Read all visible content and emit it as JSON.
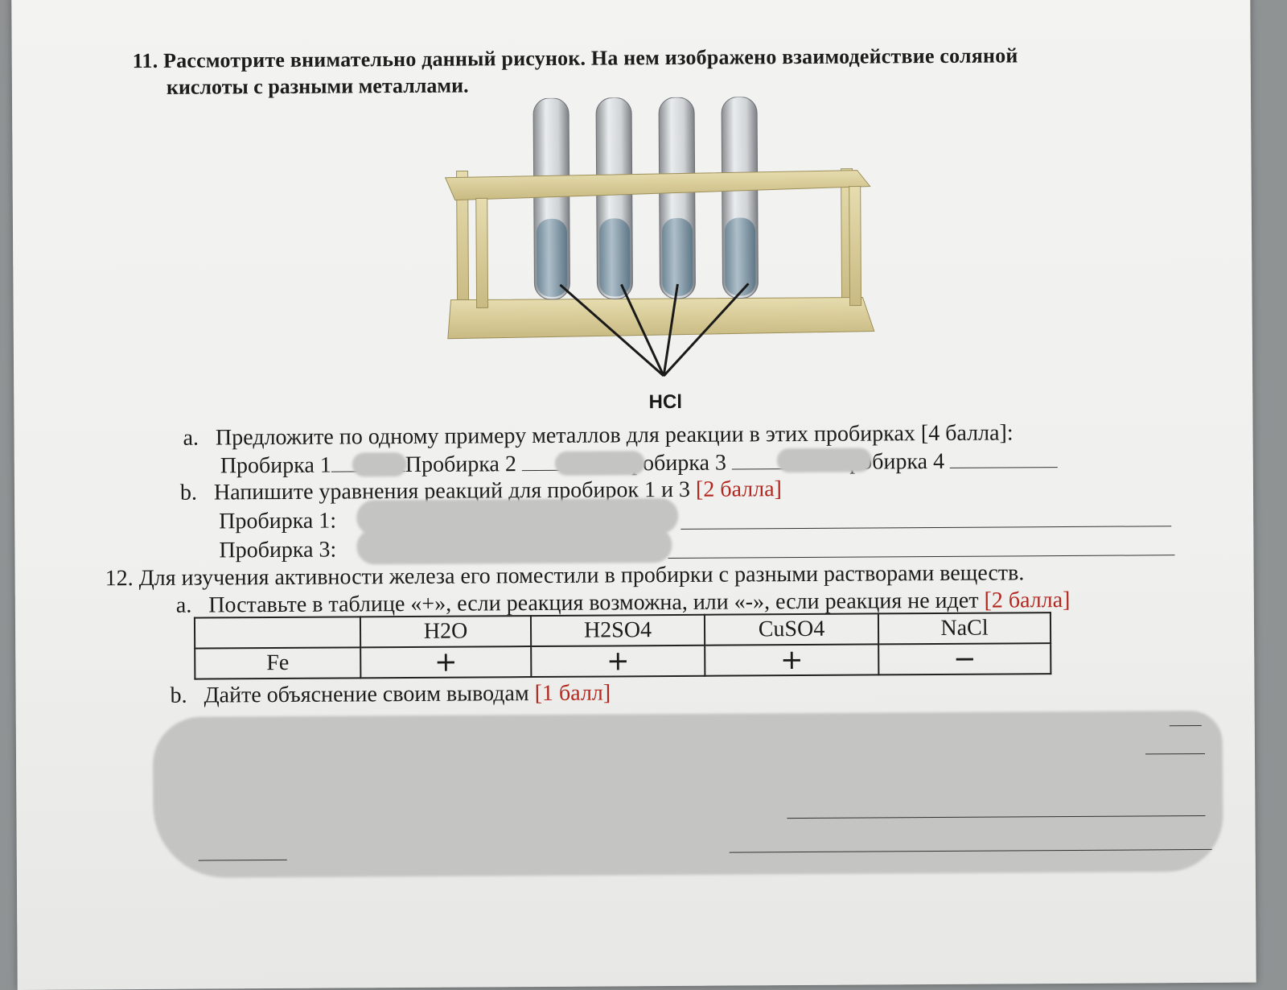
{
  "q11": {
    "number": "11.",
    "line1": "Рассмотрите внимательно данный рисунок. На нем изображено взаимодействие соляной",
    "line2": "кислоты с разными металлами.",
    "figure_label": "HCl",
    "a_letter": "a.",
    "a_text": "Предложите по одному примеру металлов для реакции в этих пробирках",
    "a_points": "[4 балла]",
    "a_colon": ":",
    "tube1": "Пробирка 1",
    "tube2": "Пробирка 2",
    "tube3": "Пробирка 3",
    "tube4": "Пробирка 4",
    "b_letter": "b.",
    "b_text": "Напишите уравнения реакций для пробирок 1 и 3",
    "b_points": "[2 балла]",
    "b_tube1": "Пробирка 1:",
    "b_tube3": "Пробирка 3:"
  },
  "q12": {
    "number": "12.",
    "text": "Для изучения активности железа его поместили в пробирки с разными растворами веществ.",
    "a_letter": "a.",
    "a_text": "Поставьте в таблице «+», если реакция возможна, или «-», если реакция не идет",
    "a_points": "[2 балла]",
    "table": {
      "headers": [
        "",
        "H2O",
        "H2SO4",
        "CuSO4",
        "NaCl"
      ],
      "row_label": "Fe",
      "marks": [
        "+",
        "+",
        "+",
        "−"
      ]
    },
    "b_letter": "b.",
    "b_text": "Дайте объяснение своим выводам",
    "b_points": "[1 балл]"
  },
  "colors": {
    "page": "#f1f1ef",
    "background": "#8f9394",
    "points": "#b3261e",
    "redaction": "#c4c4c2"
  }
}
